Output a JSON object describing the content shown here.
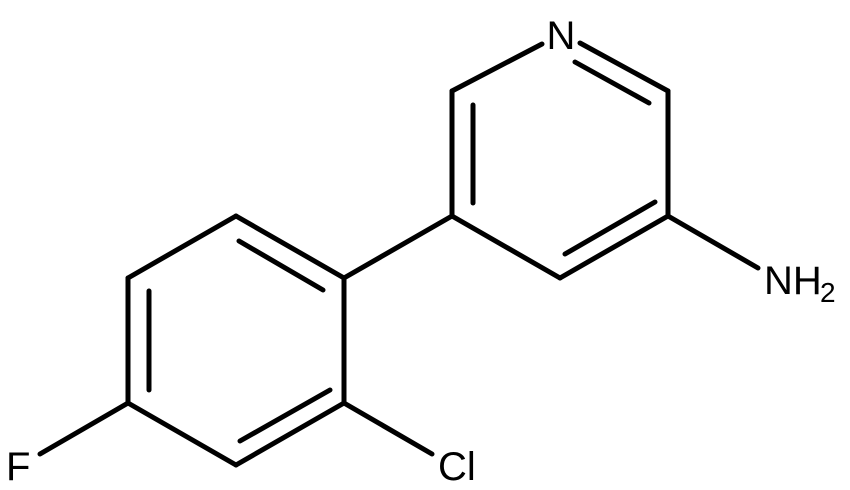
{
  "molecule": {
    "atoms": {
      "nitrogen": "N",
      "amine_main": "NH",
      "amine_subscript": "2",
      "chlorine": "Cl",
      "fluorine": "F"
    },
    "colors": {
      "bond": "#000000",
      "label": "#000000",
      "background": "#ffffff"
    }
  }
}
